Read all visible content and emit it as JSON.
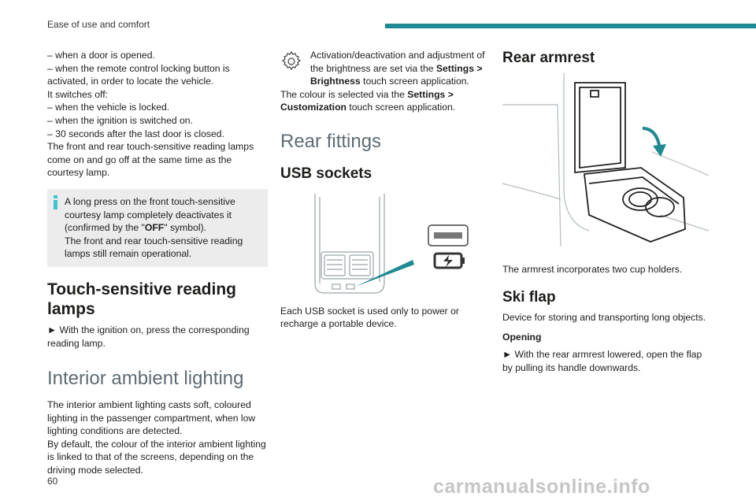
{
  "header": {
    "section_title": "Ease of use and comfort"
  },
  "footer": {
    "page_number": "60",
    "watermark": "carmanualsonline.info"
  },
  "col1": {
    "lines": [
      "– when a door is opened.",
      "– when the remote control locking button is activated, in order to locate the vehicle.",
      "It switches off:",
      "– when the vehicle is locked.",
      "– when the ignition is switched on.",
      "– 30 seconds after the last door is closed.",
      "The front and rear touch-sensitive reading lamps come on and go off at the same time as the courtesy lamp."
    ],
    "info": {
      "text1": "A long press on the front touch-sensitive courtesy lamp completely deactivates it (confirmed by the \"",
      "text_bold": "OFF",
      "text2": "\" symbol).",
      "text3": "The front and rear touch-sensitive reading lamps still remain operational."
    },
    "reading_heading": "Touch-sensitive reading lamps",
    "reading_text": "► With the ignition on, press the corresponding reading lamp.",
    "ambient_heading": "Interior ambient lighting",
    "ambient_text1": "The interior ambient lighting casts soft, coloured lighting in the passenger compartment, when low lighting conditions are detected.",
    "ambient_text2": "By default, the colour of the interior ambient lighting is linked to that of the screens, depending on the driving mode selected."
  },
  "col2": {
    "brightness_t1": "Activation/deactivation and adjustment of the brightness are set via the ",
    "brightness_b1": "Settings > Brightness",
    "brightness_t2": " touch screen application.",
    "colour_t1": "The colour is selected via the ",
    "colour_b1": "Settings > Customization",
    "colour_t2": " touch screen application.",
    "rear_heading": "Rear fittings",
    "usb_heading": "USB sockets",
    "usb_text": "Each USB socket is used only to power or recharge a portable device."
  },
  "col3": {
    "armrest_heading": "Rear armrest",
    "armrest_caption": "The armrest incorporates two cup holders.",
    "ski_heading": "Ski flap",
    "ski_text": "Device for storing and transporting long objects.",
    "opening_label": "Opening",
    "opening_text": "► With the rear armrest lowered, open the flap by pulling its handle downwards."
  },
  "icons": {
    "gear": "settings-gear-icon",
    "info": "info-icon",
    "charging": "battery-charging-icon"
  },
  "colors": {
    "accent": "#1f8a92",
    "info_icon": "#3ec4ce",
    "info_bg": "#ececec"
  }
}
